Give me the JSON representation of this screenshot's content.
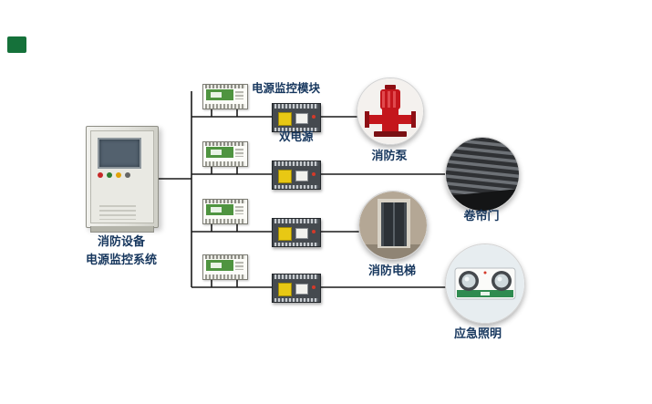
{
  "diagram": {
    "cabinet": {
      "label_line1": "消防设备",
      "label_line2": "电源监控系统"
    },
    "module_label": "电源监控模块",
    "ats_label": "双电源",
    "equipment": [
      {
        "name": "fire-pump",
        "label": "消防泵"
      },
      {
        "name": "roller-door",
        "label": "卷帘门"
      },
      {
        "name": "fire-elevator",
        "label": "消防电梯"
      },
      {
        "name": "emergency-lighting",
        "label": "应急照明"
      }
    ],
    "colors": {
      "label_navy": "#17375e",
      "wire_black": "#1a1a1a",
      "module_green": "#4f9440",
      "ats_yellow": "#e8c814",
      "logo_green": "#15713a",
      "pump_red": "#c4161c"
    }
  }
}
